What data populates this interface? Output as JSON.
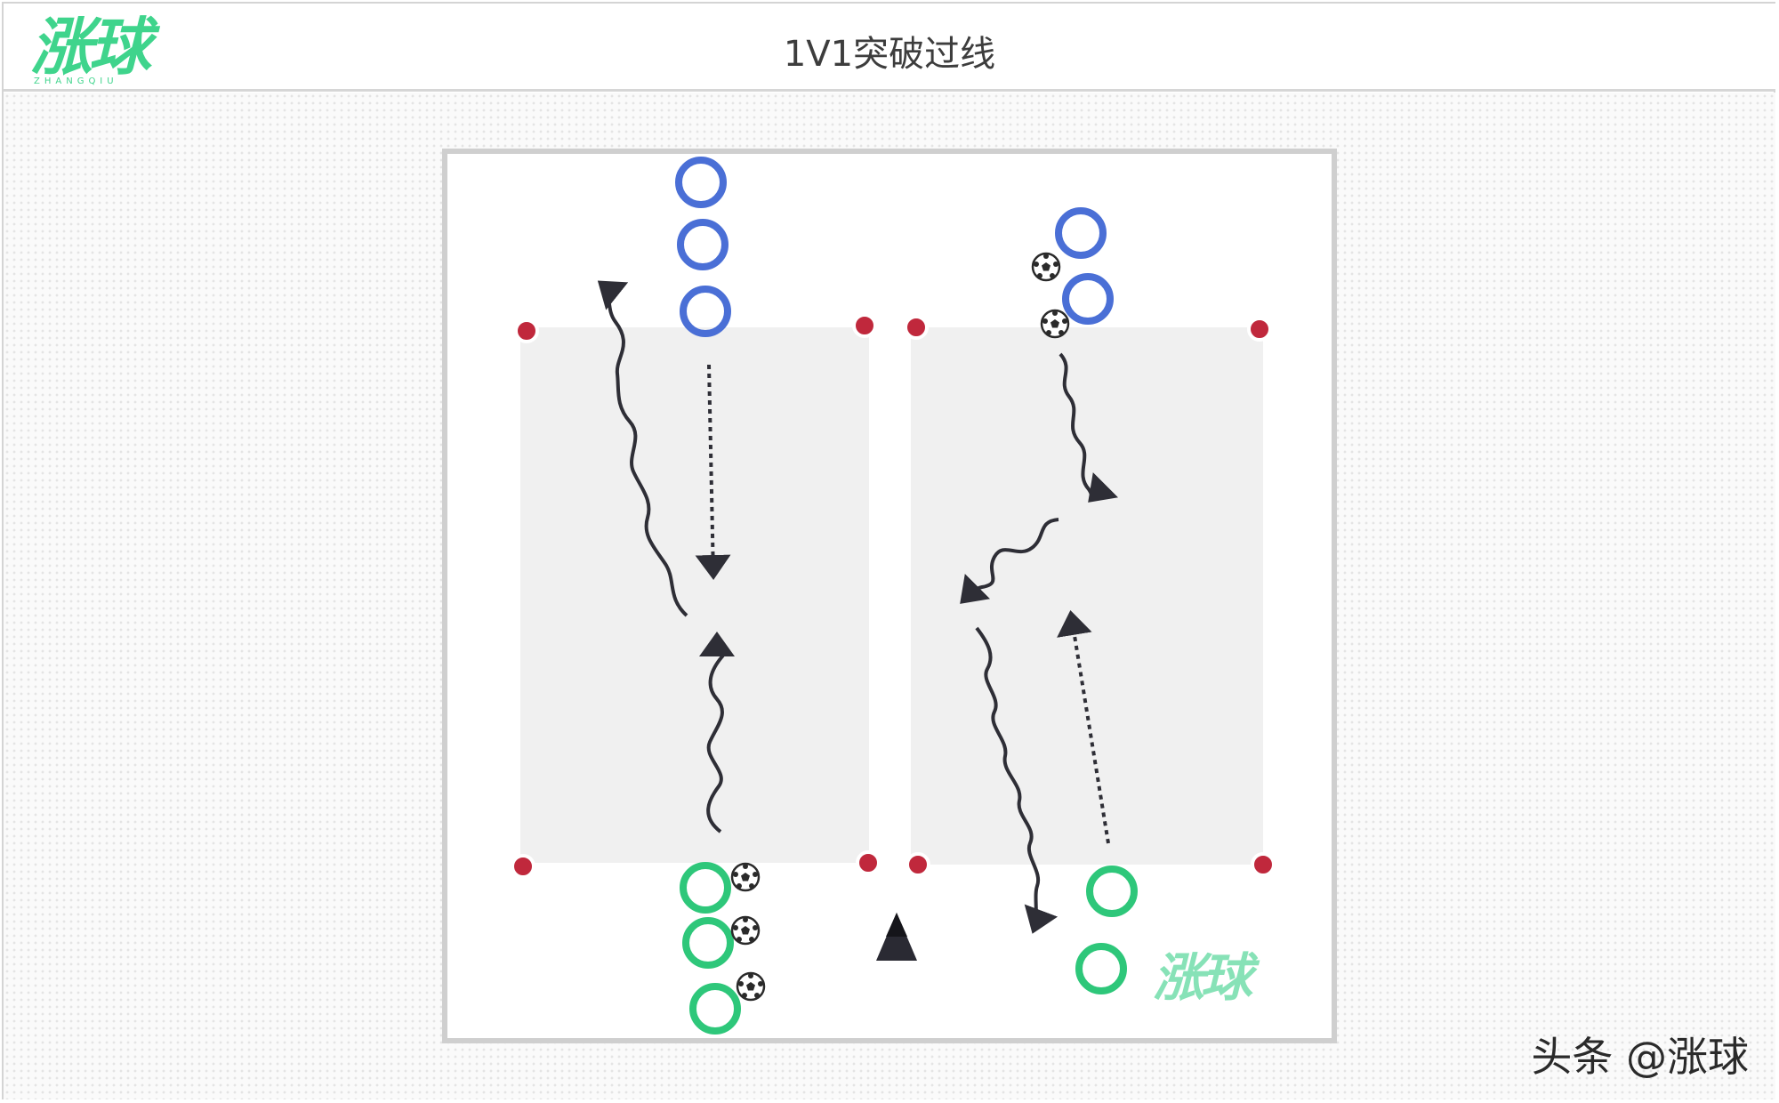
{
  "header": {
    "logo_text": "涨球",
    "logo_subtext": "ZHANGQIU",
    "title": "1V1突破过线"
  },
  "diagram": {
    "inner_logo_text": "涨球"
  },
  "footer": {
    "watermark": "头条 @涨球"
  },
  "colors": {
    "attacker_blue": "#4a6fd6",
    "defender_green": "#2ec77a",
    "cone_red": "#c0283c",
    "arrow_dark": "#2e2e36",
    "zone_fill": "#f0f0f0",
    "brand_green": "#3fd48c"
  },
  "icons": {
    "ball": "soccer-ball-icon",
    "cone": "cone-icon",
    "coach": "coach-triangle-icon"
  }
}
